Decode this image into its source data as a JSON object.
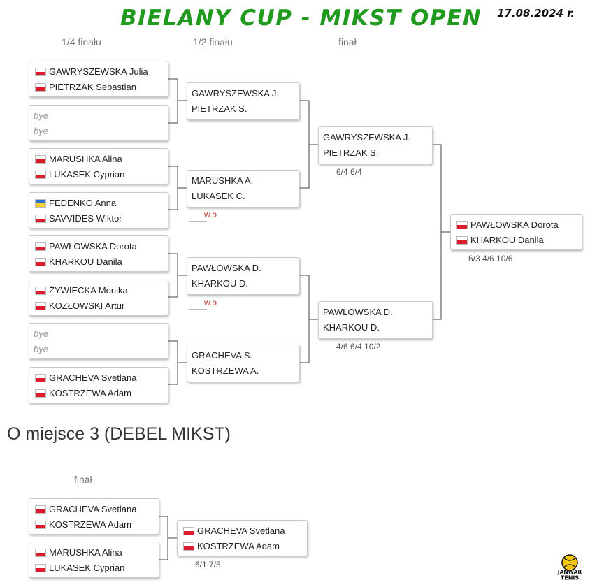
{
  "header": {
    "title": "BIELANY CUP - MIKST OPEN",
    "date": "17.08.2024 r."
  },
  "main_bracket": {
    "rounds": [
      "1/4 finału",
      "1/2 finału",
      "finał"
    ],
    "quarterfinals": [
      {
        "players": [
          {
            "name": "GAWRYSZEWSKA Julia",
            "flag": "pl"
          },
          {
            "name": "PIETRZAK Sebastian",
            "flag": "pl"
          }
        ]
      },
      {
        "players": [
          {
            "name": "bye"
          },
          {
            "name": "bye"
          }
        ]
      },
      {
        "players": [
          {
            "name": "MARUSHKA Alina",
            "flag": "pl"
          },
          {
            "name": "LUKASEK Cyprian",
            "flag": "pl"
          }
        ]
      },
      {
        "players": [
          {
            "name": "FEDENKO Anna",
            "flag": "ua"
          },
          {
            "name": "SAVVIDES Wiktor",
            "flag": "pl"
          }
        ]
      },
      {
        "players": [
          {
            "name": "PAWŁOWSKA Dorota",
            "flag": "pl"
          },
          {
            "name": "KHARKOU Danila",
            "flag": "pl"
          }
        ]
      },
      {
        "players": [
          {
            "name": "ŻYWIECKA Monika",
            "flag": "pl"
          },
          {
            "name": "KOZŁOWSKI Artur",
            "flag": "pl"
          }
        ]
      },
      {
        "players": [
          {
            "name": "bye"
          },
          {
            "name": "bye"
          }
        ]
      },
      {
        "players": [
          {
            "name": "GRACHEVA Svetlana",
            "flag": "pl"
          },
          {
            "name": "KOSTRZEWA Adam",
            "flag": "pl"
          }
        ]
      }
    ],
    "semifinals": [
      {
        "players": [
          "GAWRYSZEWSKA J.",
          "PIETRZAK S."
        ],
        "note": ""
      },
      {
        "players": [
          "MARUSHKA A.",
          "LUKASEK C."
        ],
        "note": "w.o"
      },
      {
        "players": [
          "PAWŁOWSKA D.",
          "KHARKOU D."
        ],
        "note": "w.o"
      },
      {
        "players": [
          "GRACHEVA S.",
          "KOSTRZEWA A."
        ],
        "note": ""
      }
    ],
    "finalists": [
      {
        "players": [
          "GAWRYSZEWSKA J.",
          "PIETRZAK S."
        ],
        "score": "6/4 6/4"
      },
      {
        "players": [
          "PAWŁOWSKA D.",
          "KHARKOU D."
        ],
        "score": "4/6 6/4 10/2"
      }
    ],
    "winner": {
      "players": [
        {
          "name": "PAWŁOWSKA Dorota",
          "flag": "pl"
        },
        {
          "name": "KHARKOU Danila",
          "flag": "pl"
        }
      ],
      "score": "6/3 4/6 10/6"
    }
  },
  "third_place": {
    "title": "O miejsce 3 (DEBEL MIKST)",
    "round_label": "finał",
    "pairs": [
      {
        "players": [
          {
            "name": "GRACHEVA Svetlana",
            "flag": "pl"
          },
          {
            "name": "KOSTRZEWA Adam",
            "flag": "pl"
          }
        ]
      },
      {
        "players": [
          {
            "name": "MARUSHKA Alina",
            "flag": "pl"
          },
          {
            "name": "LUKASEK Cyprian",
            "flag": "pl"
          }
        ]
      }
    ],
    "winner": {
      "players": [
        {
          "name": "GRACHEVA Svetlana",
          "flag": "pl"
        },
        {
          "name": "KOSTRZEWA Adam",
          "flag": "pl"
        }
      ],
      "score": "6/1 7/5"
    }
  },
  "logo": {
    "text_top": "JANWAR",
    "text_bottom": "TENIS",
    "colors": {
      "ball": "#f2c511",
      "outline": "#111111"
    }
  },
  "colors": {
    "title": "#1f9a1f",
    "walkover": "#c0392b",
    "flag_pl_red": "#dc1c2c",
    "flag_ua_blue": "#2b6cd6",
    "flag_ua_yellow": "#f5d02a"
  }
}
